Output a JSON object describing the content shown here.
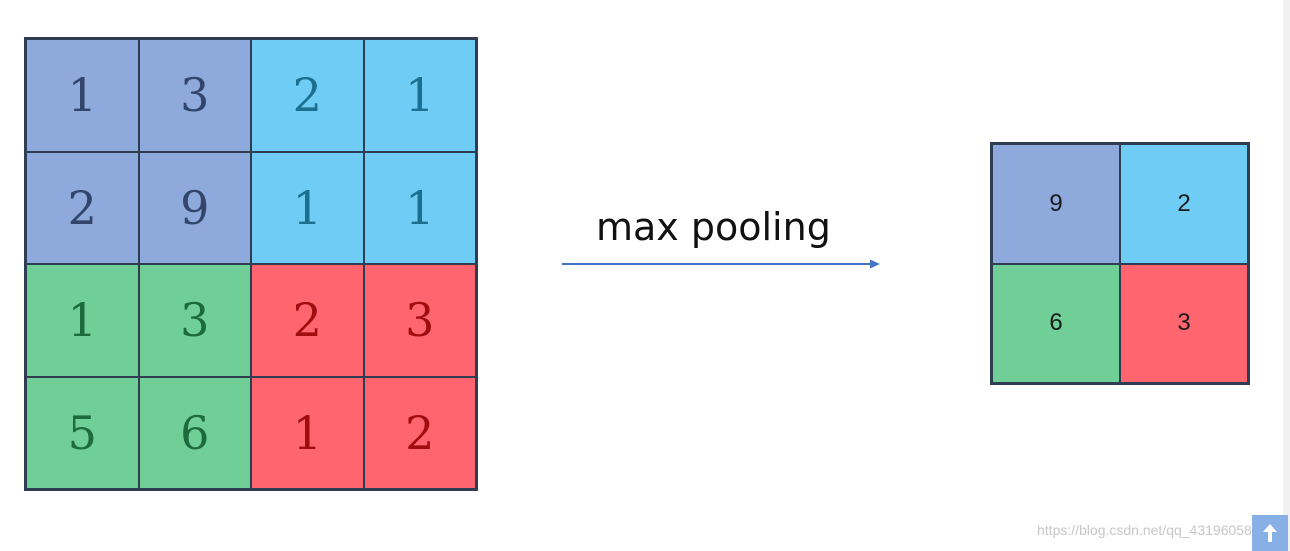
{
  "input_grid": {
    "rows": [
      [
        {
          "value": "1",
          "color": "#8ea9db"
        },
        {
          "value": "3",
          "color": "#8ea9db"
        },
        {
          "value": "2",
          "color": "#6fcdf5"
        },
        {
          "value": "1",
          "color": "#6fcdf5"
        }
      ],
      [
        {
          "value": "2",
          "color": "#8ea9db"
        },
        {
          "value": "9",
          "color": "#8ea9db"
        },
        {
          "value": "1",
          "color": "#6fcdf5"
        },
        {
          "value": "1",
          "color": "#6fcdf5"
        }
      ],
      [
        {
          "value": "1",
          "color": "#6fcf96"
        },
        {
          "value": "3",
          "color": "#6fcf96"
        },
        {
          "value": "2",
          "color": "#ff656e"
        },
        {
          "value": "3",
          "color": "#ff656e"
        }
      ],
      [
        {
          "value": "5",
          "color": "#6fcf96"
        },
        {
          "value": "6",
          "color": "#6fcf96"
        },
        {
          "value": "1",
          "color": "#ff656e"
        },
        {
          "value": "2",
          "color": "#ff656e"
        }
      ]
    ]
  },
  "operation": {
    "label": "max pooling"
  },
  "output_grid": {
    "rows": [
      [
        {
          "value": "9",
          "color": "#8ea9db"
        },
        {
          "value": "2",
          "color": "#6fcdf5"
        }
      ],
      [
        {
          "value": "6",
          "color": "#6fcf96"
        },
        {
          "value": "3",
          "color": "#ff656e"
        }
      ]
    ]
  },
  "watermark": "https://blog.csdn.net/qq_43196058",
  "back_to_top_icon": "arrow-up-icon"
}
